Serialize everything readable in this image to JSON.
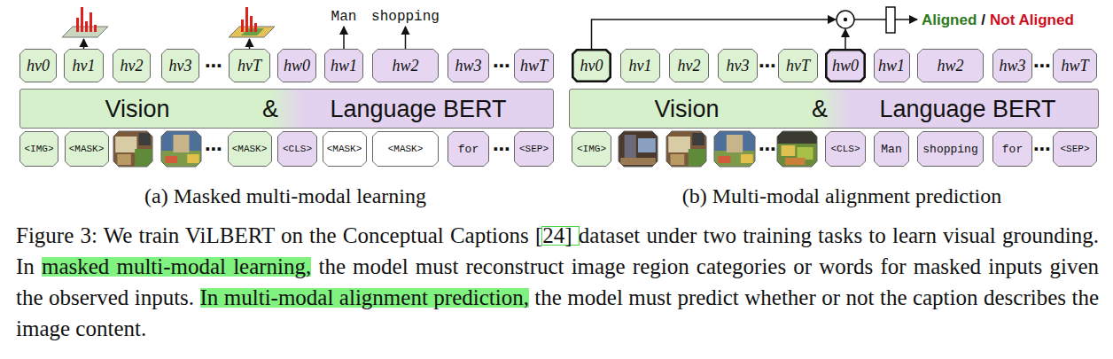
{
  "diagram": {
    "caption": "Figure 3: We train ViLBERT on the Conceptual Captions [24] dataset under two training tasks to learn visual grounding. In masked multi-modal learning, the model must reconstruct image region categories or words for masked inputs given the observed inputs. In multi-modal alignment prediction, the model must predict whether or not the caption describes the image content.",
    "nodes": [
      {
        "text": [
          "hv0"
        ]
      },
      {
        "text": [
          "hv1"
        ]
      },
      {
        "text": [
          "hv2"
        ]
      },
      {
        "text": [
          "hv3"
        ]
      },
      {
        "text": [
          "hvT"
        ]
      },
      {
        "text": [
          "hw0"
        ]
      },
      {
        "text": [
          "hw1"
        ]
      },
      {
        "text": [
          "hw2"
        ]
      },
      {
        "text": [
          "hw3"
        ]
      },
      {
        "text": [
          "hwT"
        ]
      },
      {
        "text": [
          "Vision",
          "&",
          "Language BERT"
        ]
      },
      {
        "text": [
          "<IMG>"
        ]
      },
      {
        "text": [
          "<MASK>"
        ]
      },
      {
        "text": [
          "<MASK>"
        ]
      },
      {
        "text": [
          "<CLS>"
        ]
      },
      {
        "text": [
          "<MASK>"
        ]
      },
      {
        "text": [
          "<MASK>"
        ]
      },
      {
        "text": [
          "for"
        ]
      },
      {
        "text": [
          "<SEP>"
        ]
      },
      {
        "text": [
          "hv0"
        ]
      },
      {
        "text": [
          "hv1"
        ]
      },
      {
        "text": [
          "hv2"
        ]
      },
      {
        "text": [
          "hv3"
        ]
      },
      {
        "text": [
          "hvT"
        ]
      },
      {
        "text": [
          "hw0"
        ]
      },
      {
        "text": [
          "hw1"
        ]
      },
      {
        "text": [
          "hw2"
        ]
      },
      {
        "text": [
          "hw3"
        ]
      },
      {
        "text": [
          "hwT"
        ]
      },
      {
        "text": [
          "Vision",
          "&",
          "Language BERT"
        ]
      },
      {
        "text": [
          "<IMG>"
        ]
      },
      {
        "text": [
          "<CLS>"
        ]
      },
      {
        "text": [
          "Man"
        ]
      },
      {
        "text": [
          "shopping"
        ]
      },
      {
        "text": [
          "for"
        ]
      },
      {
        "text": [
          "<SEP>"
        ]
      }
    ],
    "labels": [
      "Man",
      "shopping",
      "⋯",
      "⋯",
      "⋯",
      "⋯",
      "(a) Masked multi-modal learning",
      "Aligned",
      "/",
      "Not Aligned",
      "⋯",
      "⋯",
      "⋯",
      "⋯",
      "(b) Multi-modal alignment prediction"
    ]
  }
}
